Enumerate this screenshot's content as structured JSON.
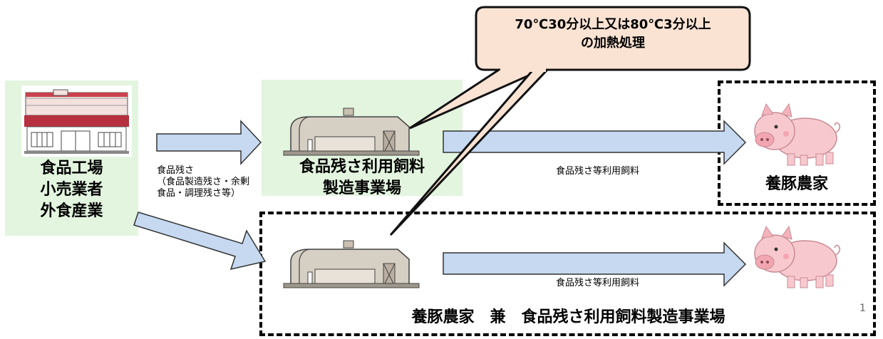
{
  "source": {
    "lines": [
      "食品工場",
      "小売業者",
      "外食産業"
    ]
  },
  "arrow_source_to_factory_label": {
    "lines": [
      "食品残さ",
      "（食品製造残さ・余剰",
      "食品・調理残さ等）"
    ]
  },
  "factory": {
    "lines": [
      "食品残さ利用飼料",
      "製造事業場"
    ]
  },
  "arrow_factory_to_farm_label": "食品残さ等利用飼料",
  "farm": {
    "label": "養豚農家"
  },
  "combined": {
    "arrow_label": "食品残さ等利用飼料",
    "label": "養豚農家　兼　食品残さ利用飼料製造事業場"
  },
  "callout": {
    "lines": [
      "70℃30分以上又は80℃3分以上",
      "の加熱処理"
    ],
    "fill": "#fbe3d3"
  },
  "page_number": "1",
  "colors": {
    "arrow_fill": "#c6d9f1",
    "green_panel": "#e3f5df"
  }
}
